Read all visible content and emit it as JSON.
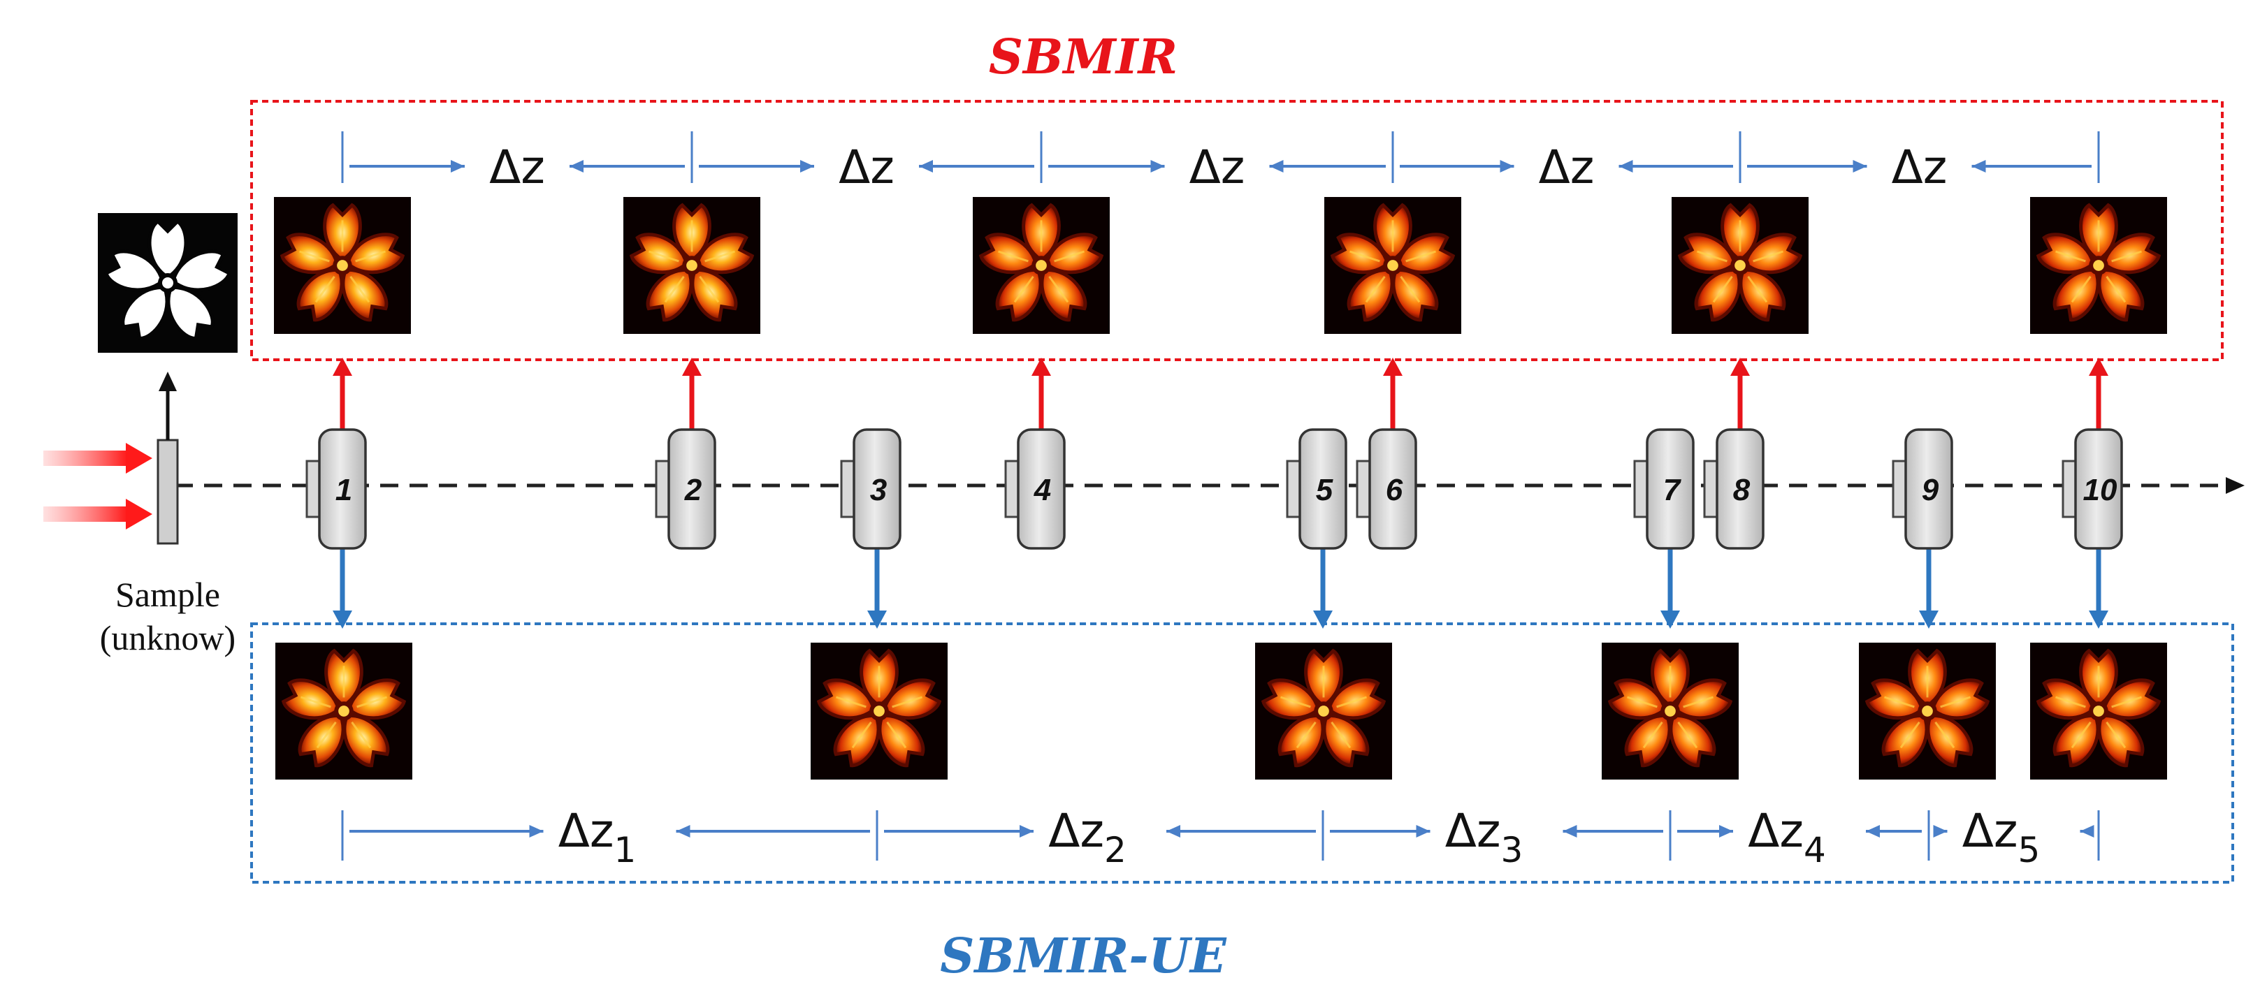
{
  "colors": {
    "red": "#e8141a",
    "blue": "#2e77c0",
    "arrow_blue": "#4a7fc8",
    "lens_fill": "#d4d4d4",
    "black": "#111111"
  },
  "top_title": "SBMIR",
  "bottom_title": "SBMIR-UE",
  "sample_label": [
    "Sample",
    "(unknow)"
  ],
  "planes": [
    "1",
    "2",
    "3",
    "4",
    "5",
    "6",
    "7",
    "8",
    "9",
    "10"
  ],
  "top_group": {
    "planes": [
      "1",
      "2",
      "4",
      "6",
      "8",
      "10"
    ],
    "spacing_symbol": "Δz",
    "spacing_labels": [
      "Δz",
      "Δz",
      "Δz",
      "Δz",
      "Δz"
    ]
  },
  "bottom_group": {
    "planes": [
      "1",
      "3",
      "5",
      "7",
      "9",
      "10"
    ],
    "spacing_symbol": "Δz",
    "spacing_subscripts": [
      "1",
      "2",
      "3",
      "4",
      "5"
    ]
  },
  "icons": [
    "flower-icon",
    "lens-icon",
    "incident-light-arrow-icon"
  ]
}
